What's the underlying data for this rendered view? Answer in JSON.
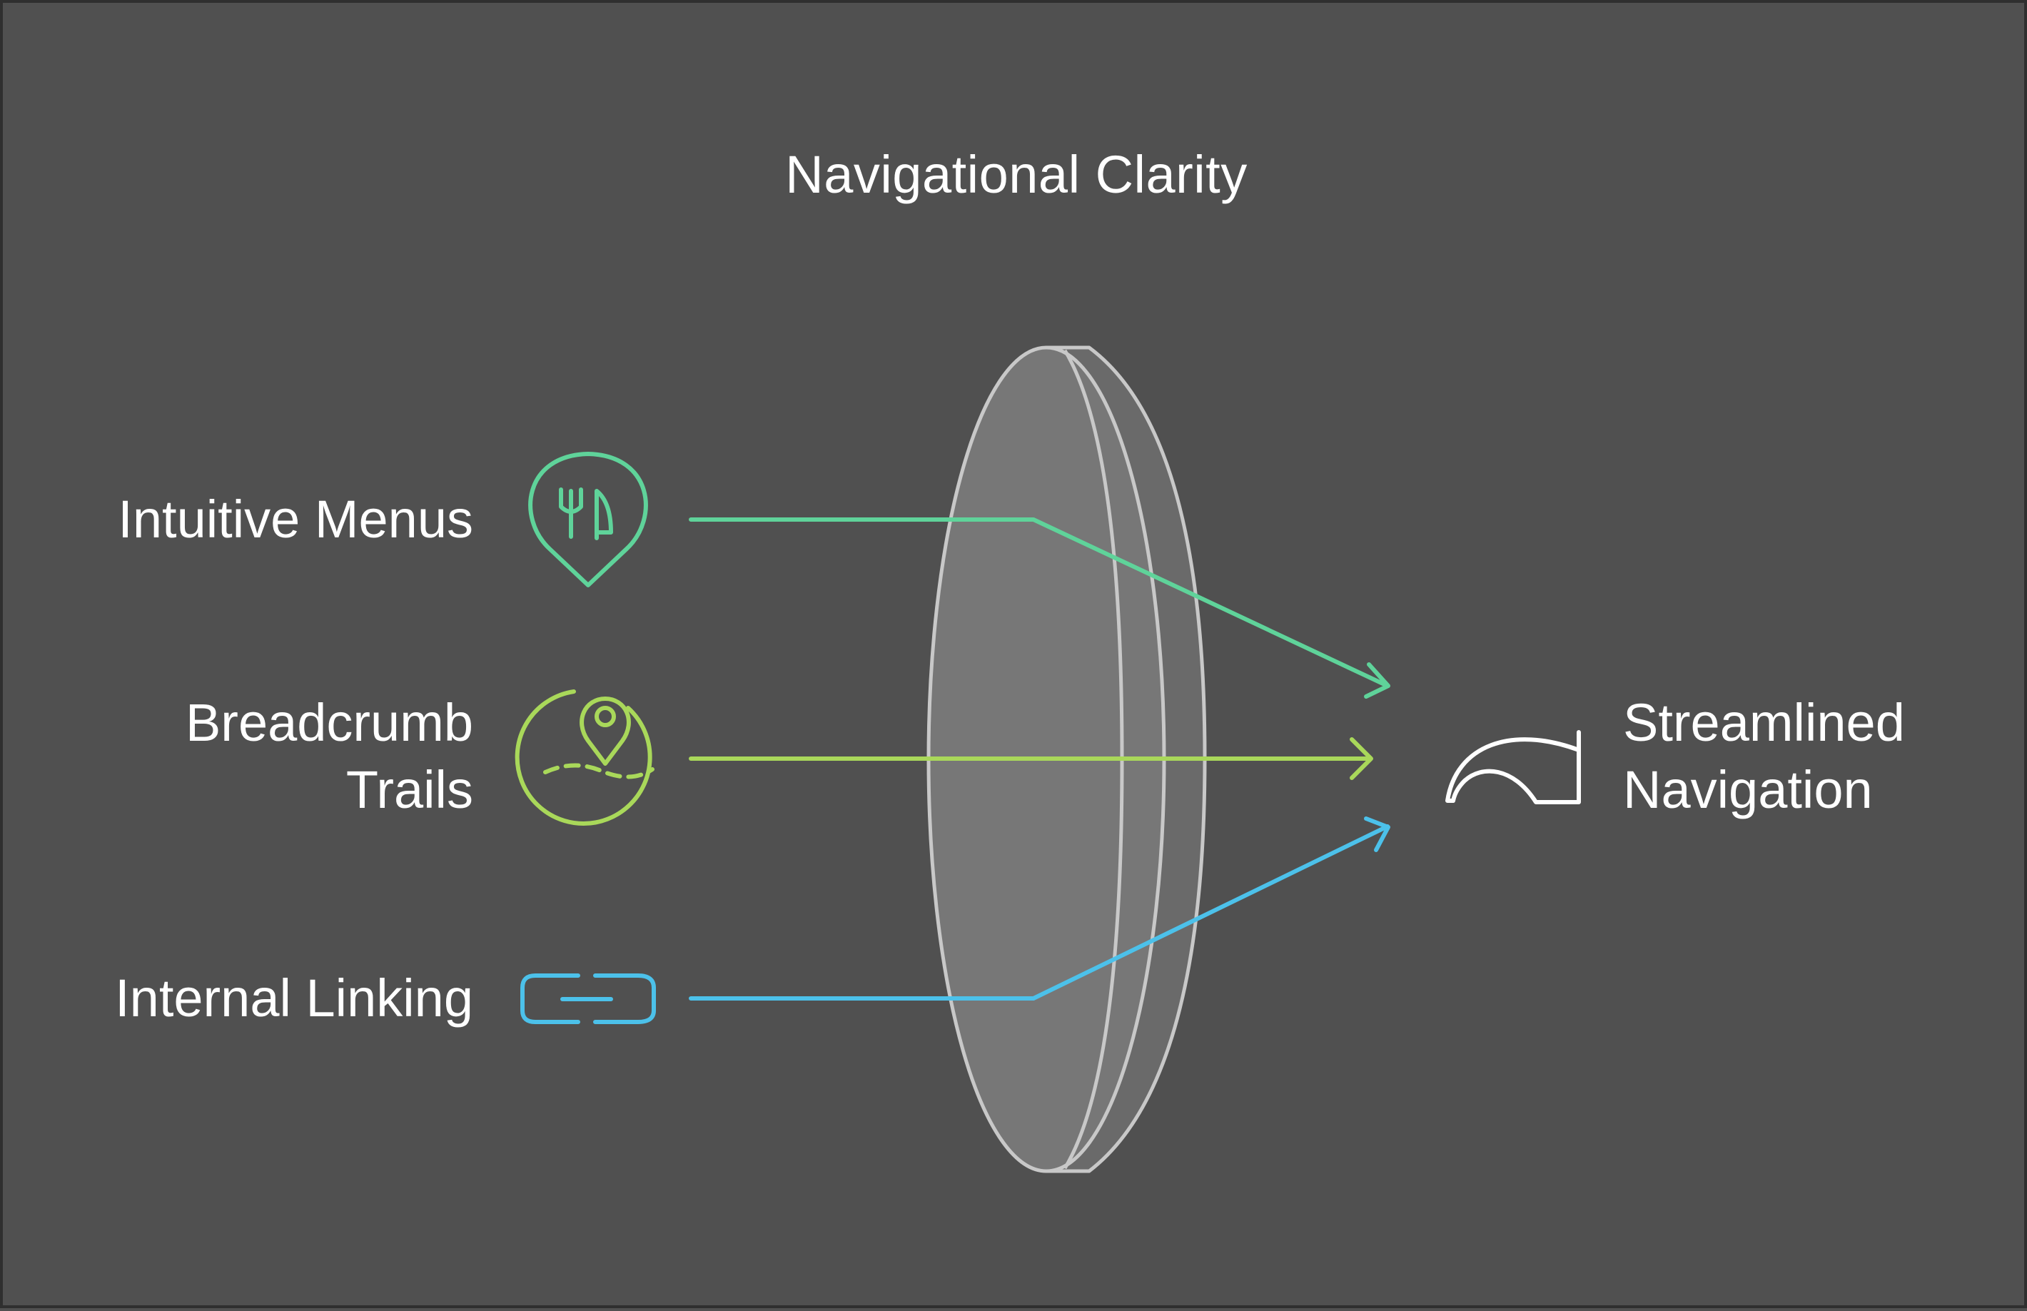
{
  "title": "Navigational Clarity",
  "inputs": [
    {
      "label_lines": [
        "Intuitive Menus"
      ],
      "icon": "utensils-pin-icon",
      "color": "#5fd39a"
    },
    {
      "label_lines": [
        "Breadcrumb",
        "Trails"
      ],
      "icon": "map-pin-globe-icon",
      "color": "#a9d85a"
    },
    {
      "label_lines": [
        "Internal Linking"
      ],
      "icon": "chain-link-icon",
      "color": "#4cc1ea"
    }
  ],
  "output": {
    "label_lines": [
      "Streamlined",
      "Navigation"
    ],
    "icon": "curved-arrow-icon",
    "color": "#ffffff"
  },
  "lens": {
    "fill": "#777777",
    "stroke": "#c8c8c8"
  }
}
